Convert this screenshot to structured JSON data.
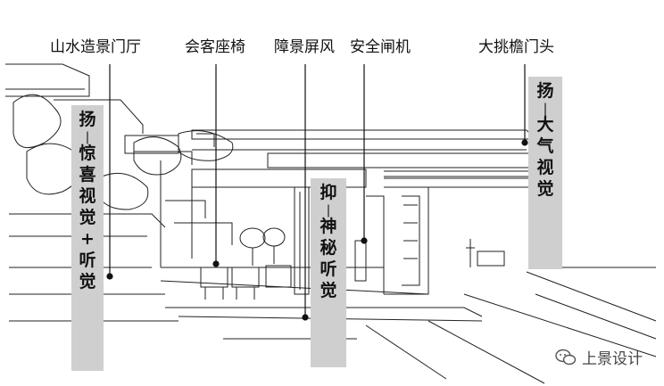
{
  "labels": {
    "landscape_gate": "山水造景门厅",
    "guest_seating": "会客座椅",
    "screen_wall": "障景屏风",
    "security_gate": "安全闸机",
    "canopy_gate": "大挑檐门头"
  },
  "vertical_notes": {
    "left": [
      "扬",
      "|",
      "惊",
      "喜",
      "视",
      "觉",
      "+",
      "听",
      "觉"
    ],
    "middle": [
      "抑",
      "|",
      "神",
      "秘",
      "听",
      "觉"
    ],
    "right": [
      "扬",
      "|",
      "大",
      "气",
      "视",
      "觉"
    ]
  },
  "watermark": {
    "text": "上景设计",
    "icon": "wechat-icon"
  }
}
